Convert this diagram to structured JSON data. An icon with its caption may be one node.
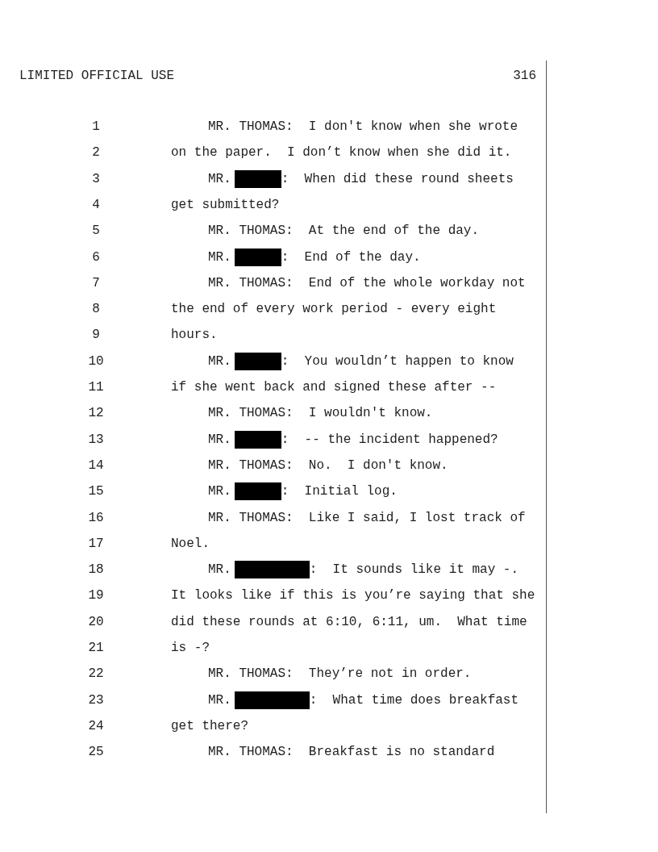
{
  "diagram": {
    "labels": [
      "LIMITED OFFICIAL USE",
      "316",
      "1",
      "MR. THOMAS:  I don't know when she wrote",
      "2",
      "on the paper.  I don’t know when she did it.",
      "3",
      "MR.",
      ":  When did these round sheets",
      "4",
      "get submitted?",
      "5",
      "MR. THOMAS:  At the end of the day.",
      "6",
      "MR.",
      ":  End of the day.",
      "7",
      "MR. THOMAS:  End of the whole workday not",
      "8",
      "the end of every work period - every eight",
      "9",
      "hours.",
      "10",
      "MR.",
      ":  You wouldn’t happen to know",
      "11",
      "if she went back and signed these after --",
      "12",
      "MR. THOMAS:  I wouldn't know.",
      "13",
      "MR.",
      ":  -- the incident happened?",
      "14",
      "MR. THOMAS:  No.  I don't know.",
      "15",
      "MR.",
      ":  Initial log.",
      "16",
      "MR. THOMAS:  Like I said, I lost track of",
      "17",
      "Noel.",
      "18",
      "MR.",
      ":  It sounds like it may -.",
      "19",
      "It looks like if this is you’re saying that she",
      "20",
      "did these rounds at 6:10, 6:11, um.  What time",
      "21",
      "is -?",
      "22",
      "MR. THOMAS:  They’re not in order.",
      "23",
      "MR.",
      ":  What time does breakfast",
      "24",
      "get there?",
      "25",
      "MR. THOMAS:  Breakfast is no standard"
    ]
  }
}
